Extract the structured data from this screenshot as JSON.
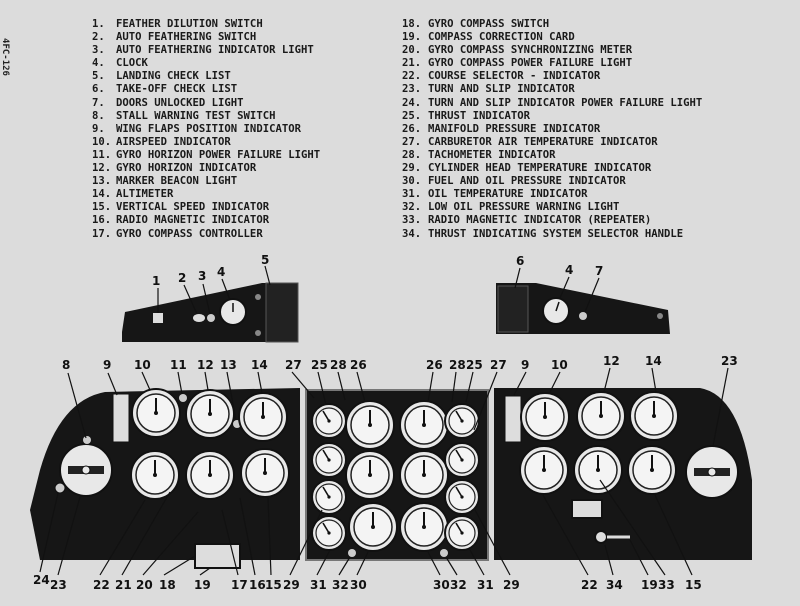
{
  "side_tag": "4FC-126",
  "legend": [
    {
      "num": "1.",
      "label": "FEATHER DILUTION SWITCH"
    },
    {
      "num": "2.",
      "label": "AUTO FEATHERING SWITCH"
    },
    {
      "num": "3.",
      "label": "AUTO FEATHERING INDICATOR LIGHT"
    },
    {
      "num": "4.",
      "label": "CLOCK"
    },
    {
      "num": "5.",
      "label": "LANDING CHECK LIST"
    },
    {
      "num": "6.",
      "label": "TAKE-OFF CHECK LIST"
    },
    {
      "num": "7.",
      "label": "DOORS UNLOCKED LIGHT"
    },
    {
      "num": "8.",
      "label": "STALL WARNING TEST SWITCH"
    },
    {
      "num": "9.",
      "label": "WING FLAPS POSITION INDICATOR"
    },
    {
      "num": "10.",
      "label": "AIRSPEED INDICATOR"
    },
    {
      "num": "11.",
      "label": "GYRO HORIZON POWER FAILURE LIGHT"
    },
    {
      "num": "12.",
      "label": "GYRO HORIZON INDICATOR"
    },
    {
      "num": "13.",
      "label": "MARKER BEACON LIGHT"
    },
    {
      "num": "14.",
      "label": "ALTIMETER"
    },
    {
      "num": "15.",
      "label": "VERTICAL SPEED INDICATOR"
    },
    {
      "num": "16.",
      "label": "RADIO MAGNETIC INDICATOR"
    },
    {
      "num": "17.",
      "label": "GYRO COMPASS CONTROLLER"
    },
    {
      "num": "18.",
      "label": "GYRO COMPASS SWITCH"
    },
    {
      "num": "19.",
      "label": "COMPASS CORRECTION CARD"
    },
    {
      "num": "20.",
      "label": "GYRO COMPASS SYNCHRONIZING METER"
    },
    {
      "num": "21.",
      "label": "GYRO COMPASS POWER FAILURE LIGHT"
    },
    {
      "num": "22.",
      "label": "COURSE SELECTOR - INDICATOR"
    },
    {
      "num": "23.",
      "label": "TURN AND SLIP INDICATOR"
    },
    {
      "num": "24.",
      "label": "TURN AND SLIP INDICATOR POWER FAILURE LIGHT"
    },
    {
      "num": "25.",
      "label": "THRUST INDICATOR"
    },
    {
      "num": "26.",
      "label": "MANIFOLD PRESSURE INDICATOR"
    },
    {
      "num": "27.",
      "label": "CARBURETOR AIR TEMPERATURE INDICATOR"
    },
    {
      "num": "28.",
      "label": "TACHOMETER INDICATOR"
    },
    {
      "num": "29.",
      "label": "CYLINDER HEAD TEMPERATURE INDICATOR"
    },
    {
      "num": "30.",
      "label": "FUEL AND OIL PRESSURE INDICATOR"
    },
    {
      "num": "31.",
      "label": "OIL TEMPERATURE INDICATOR"
    },
    {
      "num": "32.",
      "label": "LOW OIL PRESSURE WARNING LIGHT"
    },
    {
      "num": "33.",
      "label": "RADIO MAGNETIC INDICATOR (REPEATER)"
    },
    {
      "num": "34.",
      "label": "THRUST INDICATING SYSTEM SELECTOR HANDLE"
    }
  ],
  "callouts": {
    "c1": "1",
    "c2": "2",
    "c3": "3",
    "c4": "4",
    "c5": "5",
    "c6": "6",
    "c4r": "4",
    "c7": "7",
    "c8": "8",
    "c9": "9",
    "c10": "10",
    "c11": "11",
    "c12": "12",
    "c13": "13",
    "c14": "14",
    "c27a": "27",
    "c25a": "25",
    "c28a": "28",
    "c26a": "26",
    "c26b": "26",
    "c28b": "28",
    "c25b": "25",
    "c27b": "27",
    "c9r": "9",
    "c10r": "10",
    "c12r": "12",
    "c14r": "14",
    "c23r": "23",
    "c24": "24",
    "c23": "23",
    "c22": "22",
    "c21": "21",
    "c20": "20",
    "c18": "18",
    "c19": "19",
    "c17": "17",
    "c16": "16",
    "c15": "15",
    "c29a": "29",
    "c31a": "31",
    "c32a": "32",
    "c30a": "30",
    "c30b": "30",
    "c32b": "32",
    "c31b": "31",
    "c29b": "29",
    "c22r": "22",
    "c34": "34",
    "c19r": "19",
    "c33": "33",
    "c15r": "15"
  }
}
